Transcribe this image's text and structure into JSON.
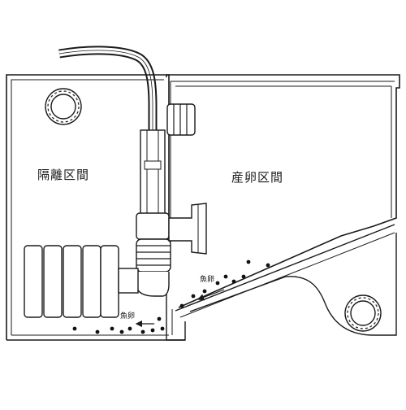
{
  "labels": {
    "isolation": "隔離区間",
    "spawning": "産卵区間",
    "eggs_upper": "魚卵",
    "eggs_lower": "魚卵"
  },
  "colors": {
    "stroke": "#1a1a1a",
    "fill": "#ffffff",
    "egg": "#111111"
  }
}
